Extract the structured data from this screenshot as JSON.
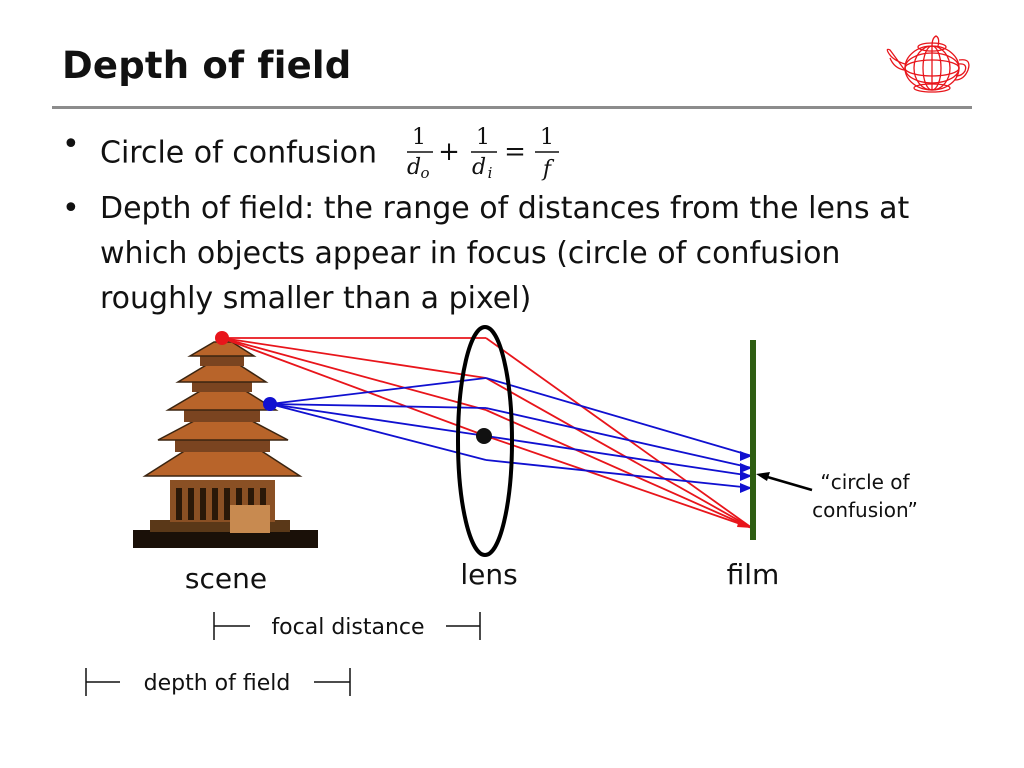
{
  "slide": {
    "title": "Depth of field",
    "bullets": [
      {
        "symbol": "•",
        "text": "Circle of confusion"
      },
      {
        "symbol": "•",
        "text": "Depth of field: the range of distances from the lens at which objects appear in focus (circle of confusion roughly smaller than a pixel)"
      }
    ],
    "equation": {
      "one_a": "1",
      "den_a": "d",
      "sub_a": "o",
      "plus": "+",
      "one_b": "1",
      "den_b": "d",
      "sub_b": "i",
      "equals": "=",
      "one_c": "1",
      "den_c": "f"
    },
    "logo_icon": "teapot-wireframe-icon"
  },
  "diagram": {
    "labels": {
      "scene": "scene",
      "lens": "lens",
      "film": "film",
      "circle_of_confusion": "“circle of\nconfusion”",
      "focal_distance": "focal distance",
      "depth_of_field": "depth of field"
    },
    "colors": {
      "red_rays": "#e8151b",
      "blue_rays": "#1010d0",
      "film": "#2f5e13",
      "lens": "#000000",
      "pagoda_roof": "#b8642a",
      "pagoda_dark": "#3a2410",
      "rule": "#8c8c8c"
    }
  }
}
